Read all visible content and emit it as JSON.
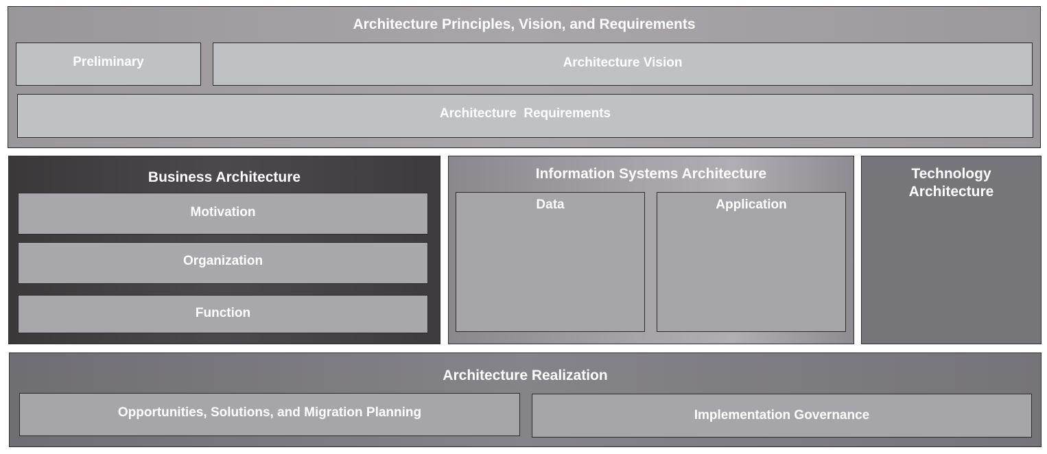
{
  "top": {
    "title": "Architecture Principles, Vision, and Requirements",
    "preliminary": "Preliminary",
    "vision": "Architecture Vision",
    "requirements": "Architecture  Requirements"
  },
  "business": {
    "title": "Business Architecture",
    "motivation": "Motivation",
    "organization": "Organization",
    "function": "Function"
  },
  "infosys": {
    "title": "Information Systems Architecture",
    "data": "Data",
    "application": "Application"
  },
  "technology": {
    "title": "Technology\nArchitecture"
  },
  "realization": {
    "title": "Architecture Realization",
    "opportunities": "Opportunities, Solutions, and Migration Planning",
    "governance": "Implementation Governance"
  },
  "colors": {
    "top_section": "#a6a3a7",
    "sub_box_light": "#c0c1c5",
    "business_section": "#444245",
    "business_sub_box": "#a8a7ab",
    "infosys_section": "#a09ea2",
    "technology_section": "#767579",
    "realization_section": "#7d7c80",
    "text": "#ffffff"
  }
}
